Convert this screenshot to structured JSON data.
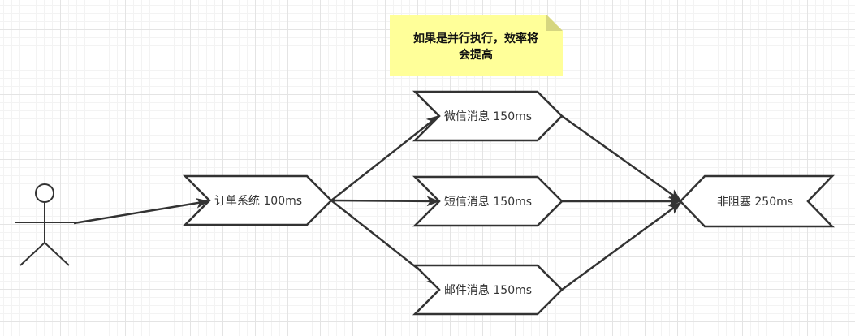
{
  "colors": {
    "stroke": "#333333",
    "note_fill": "#ffff99",
    "note_fold": "#d6d680",
    "text": "#333333"
  },
  "note": {
    "line1": "如果是并行执行，效率将",
    "line2": "会提高"
  },
  "nodes": {
    "order": "订单系统 100ms",
    "wechat": "微信消息 150ms",
    "sms": "短信消息 150ms",
    "email": "邮件消息 150ms",
    "nonblocking": "非阻塞 250ms"
  },
  "actor": {
    "icon": "stick-figure-actor-icon"
  }
}
